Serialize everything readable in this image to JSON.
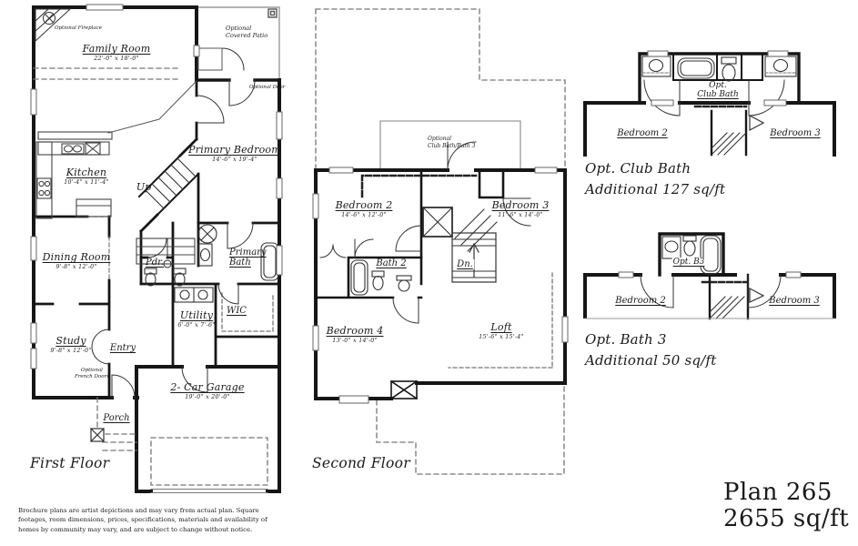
{
  "first_floor": {
    "caption": "First Floor",
    "family_room": {
      "name": "Family Room",
      "dim": "22'-0\" x 18'-0\""
    },
    "kitchen": {
      "name": "Kitchen",
      "dim": "10'-4\" x 11'-4\""
    },
    "dining_room": {
      "name": "Dining Room",
      "dim": "9'-8\" x 12'-0\""
    },
    "study": {
      "name": "Study",
      "dim": "9'-8\" x 12'-0\""
    },
    "garage": {
      "name": "2- Car Garage",
      "dim": "19'-0\" x 20'-0\""
    },
    "primary_bedroom": {
      "name": "Primary Bedroom",
      "dim": "14'-6\" x 19'-4\""
    },
    "primary_bath": {
      "line1": "Primary",
      "line2": "Bath"
    },
    "utility": {
      "name": "Utility",
      "dim": "6'-0\" x 7'-6\""
    },
    "entry": "Entry",
    "porch": "Porch",
    "pdr": "Pdr.",
    "wic": "WIC",
    "up": "Up",
    "notes": {
      "optional_fireplace": "Optional Fireplace",
      "optional_covered_patio": "Optional\nCovered Patio",
      "optional_door": "Optional Door",
      "optional_french_doors": "Optional\nFrench Doors"
    }
  },
  "second_floor": {
    "caption": "Second Floor",
    "bedroom_2": {
      "name": "Bedroom 2",
      "dim": "14'-6\" x 12'-0\""
    },
    "bedroom_3": {
      "name": "Bedroom 3",
      "dim": "11'-6\" x 14'-0\""
    },
    "bedroom_4": {
      "name": "Bedroom 4",
      "dim": "13'-0\" x 14'-0\""
    },
    "loft": {
      "name": "Loft",
      "dim": "15'-6\" x 15'-4\""
    },
    "bath_2": "Bath 2",
    "dn": "Dn.",
    "notes": {
      "optional_club_bath": "Optional\nClub Bath/Bath 3"
    }
  },
  "options": {
    "club_bath": {
      "title": "Opt. Club Bath",
      "subtitle": "Additional 127 sq/ft",
      "room_label_line1": "Opt.",
      "room_label_line2": "Club Bath",
      "bedroom_2": "Bedroom 2",
      "bedroom_3": "Bedroom 3"
    },
    "bath_3": {
      "title": "Opt. Bath 3",
      "subtitle": "Additional 50 sq/ft",
      "room_label": "Opt. B3",
      "bedroom_2": "Bedroom 2",
      "bedroom_3": "Bedroom 3"
    }
  },
  "plan": {
    "title": "Plan 265",
    "area": "2655 sq/ft"
  },
  "disclaimer": "Brochure plans are artist depictions and may vary from actual plan.  Square\nfootages, room dimensions, prices, specifications, materials and availability of\nhomes by community may vary, and are subject to change without notice."
}
